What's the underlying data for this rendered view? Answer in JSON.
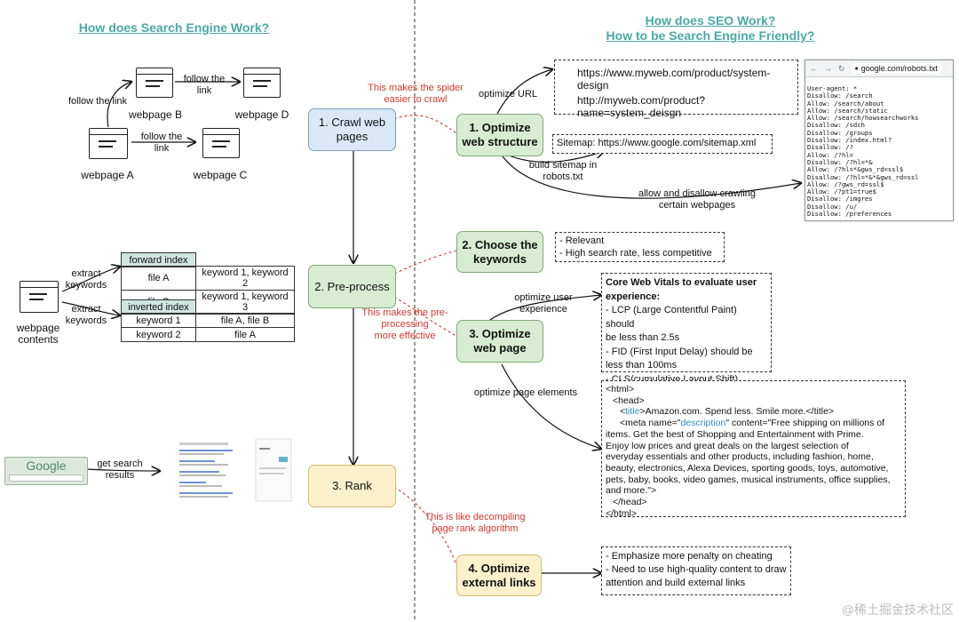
{
  "left_title": "How does Search Engine Work?",
  "right_title_line1": "How does SEO Work?",
  "right_title_line2": "How to be Search Engine Friendly?",
  "crawl_section": {
    "follow_link_1": "follow the link",
    "follow_link_2_line1": "follow the",
    "follow_link_2_line2": "link",
    "follow_link_3_line1": "follow the",
    "follow_link_3_line2": "link",
    "webpage_a": "webpage A",
    "webpage_b": "webpage B",
    "webpage_c": "webpage C",
    "webpage_d": "webpage D"
  },
  "index_section": {
    "extract_1_line1": "extract",
    "extract_1_line2": "keywords",
    "extract_2_line1": "extract",
    "extract_2_line2": "keywords",
    "contents_line1": "webpage",
    "contents_line2": "contents",
    "forward_index_header": "forward index",
    "forward_rows": [
      {
        "file": "file A",
        "keywords": "keyword 1, keyword 2"
      },
      {
        "file": "file B",
        "keywords": "keyword 1, keyword 3"
      }
    ],
    "inverted_index_header": "inverted index",
    "inverted_rows": [
      {
        "keyword": "keyword 1",
        "files": "file A, file B"
      },
      {
        "keyword": "keyword 2",
        "files": "file A"
      }
    ]
  },
  "search_section": {
    "google_logo": "Google",
    "get_results_line1": "get search",
    "get_results_line2": "results"
  },
  "engine_steps": {
    "crawl_line1": "1. Crawl web",
    "crawl_line2": "pages",
    "preprocess": "2. Pre-process",
    "rank": "3. Rank"
  },
  "red_notes": {
    "spider_line1": "This makes the spider",
    "spider_line2": "easier to crawl",
    "preprocess_line1": "This makes the pre-",
    "preprocess_line2": "processing",
    "preprocess_line3": "more effective",
    "rank_line1": "This is like decompiling",
    "rank_line2": "page rank algorithm"
  },
  "seo_steps": {
    "s1_line1": "1. Optimize",
    "s1_line2": "web structure",
    "s2_line1": "2. Choose the",
    "s2_line2": "keywords",
    "s3_line1": "3. Optimize",
    "s3_line2": "web page",
    "s4_line1": "4. Optimize",
    "s4_line2": "external links"
  },
  "arrow_labels": {
    "optimize_url": "optimize URL",
    "build_sitemap_line1": "build sitemap in",
    "build_sitemap_line2": "robots.txt",
    "allow_line1": "allow and disallow crawling",
    "allow_line2": "certain webpages",
    "optimize_ux_line1": "optimize user",
    "optimize_ux_line2": "experience",
    "optimize_elements": "optimize page elements"
  },
  "url_box": {
    "good_url": "https://www.myweb.com/product/system-design",
    "bad_url": "http://myweb.com/product?name=system_deisgn"
  },
  "sitemap": "Sitemap: https://www.google.com/sitemap.xml",
  "robots": {
    "address": "google.com/robots.txt",
    "content": "User-agent: *\nDisallow: /search\nAllow: /search/about\nAllow: /search/static\nAllow: /search/howsearchworks\nDisallow: /sdch\nDisallow: /groups\nDisallow: /index.html?\nDisallow: /?\nAllow: /?hl=\nDisallow: /?hl=*&\nAllow: /?hl=*&gws_rd=ssl$\nDisallow: /?hl=*&*&gws_rd=ssl\nAllow: /?gws_rd=ssl$\nAllow: /?pt1=true$\nDisallow: /imgres\nDisallow: /u/\nDisallow: /preferences"
  },
  "keywords_box": {
    "line1": "- Relevant",
    "line2": "- High search rate, less competitive"
  },
  "cwv_box": {
    "title_line1": "Core Web Vitals to evaluate user",
    "title_line2": "experience:",
    "lcp_line1": "- LCP (Large Contentful Paint) should",
    "lcp_line2": "be less than 2.5s",
    "fid_line1": "- FID (First Input Delay) should be",
    "fid_line2": "less than 100ms",
    "cls": "- CLS(cumulative Layout Shift)"
  },
  "html_box": {
    "open_html": "<html>",
    "open_head": "<head>",
    "title_open": "<",
    "title_tag": "title",
    "title_text": ">Amazon.com. Spend less. Smile more.</title>",
    "meta_prefix": "<meta name=\"",
    "meta_name": "description",
    "meta_suffix": "\" content=\"Free shipping on millions of",
    "desc_lines": [
      "items. Get the best of Shopping and Entertainment with Prime.",
      "Enjoy low prices and great deals on the largest selection of",
      "everyday essentials and other products, including fashion, home,",
      "beauty, electronics, Alexa Devices, sporting goods, toys, automotive,",
      "pets, baby, books, video games, musical instruments, office supplies,",
      "and more.\">"
    ],
    "close_head": "</head>",
    "close_html": "</html>"
  },
  "links_box": {
    "line1": "- Emphasize more penalty on cheating",
    "line2": "- Need to use high-quality content to draw",
    "line3": "attention and build external links"
  },
  "watermark": "@稀土掘金技术社区",
  "colors": {
    "title_teal": "#4aa8a4",
    "note_red": "#d23a2c",
    "engine_blue": "#dbe8f8",
    "process_green": "#d8ecd2",
    "rank_yellow": "#fdf0cc"
  }
}
